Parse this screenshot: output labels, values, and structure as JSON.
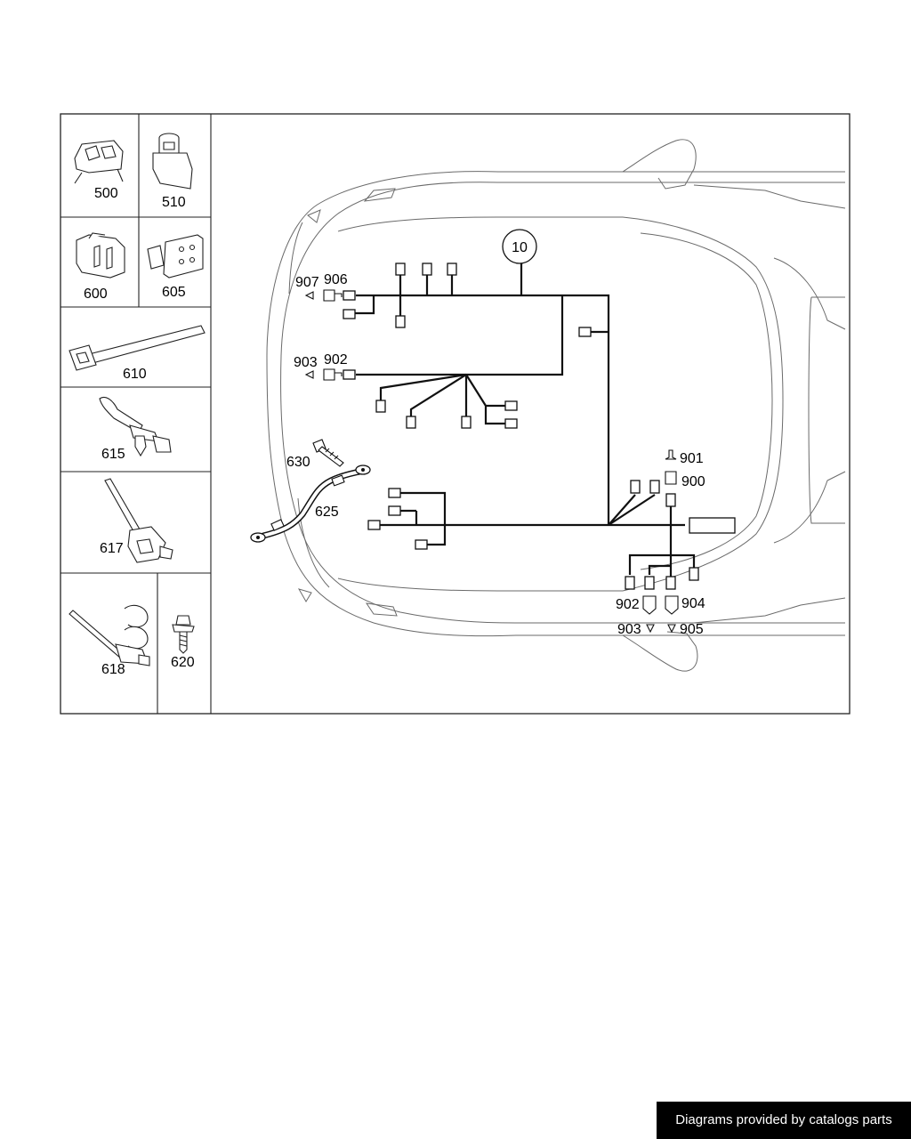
{
  "callout": "10",
  "parts": {
    "p500": "500",
    "p510": "510",
    "p600": "600",
    "p605": "605",
    "p610": "610",
    "p615": "615",
    "p617": "617",
    "p618": "618",
    "p620": "620",
    "p625": "625",
    "p630": "630"
  },
  "connectors": {
    "c907": "907",
    "c906": "906",
    "c903a": "903",
    "c902a": "902",
    "c901": "901",
    "c900": "900",
    "c902b": "902",
    "c904": "904",
    "c903b": "903",
    "c905": "905"
  },
  "footer": {
    "credit": "Diagrams provided by catalogs parts"
  },
  "colors": {
    "line": "#111111",
    "car_outline": "#6a6a6a",
    "footer_bg": "#000000",
    "footer_text": "#ffffff"
  }
}
